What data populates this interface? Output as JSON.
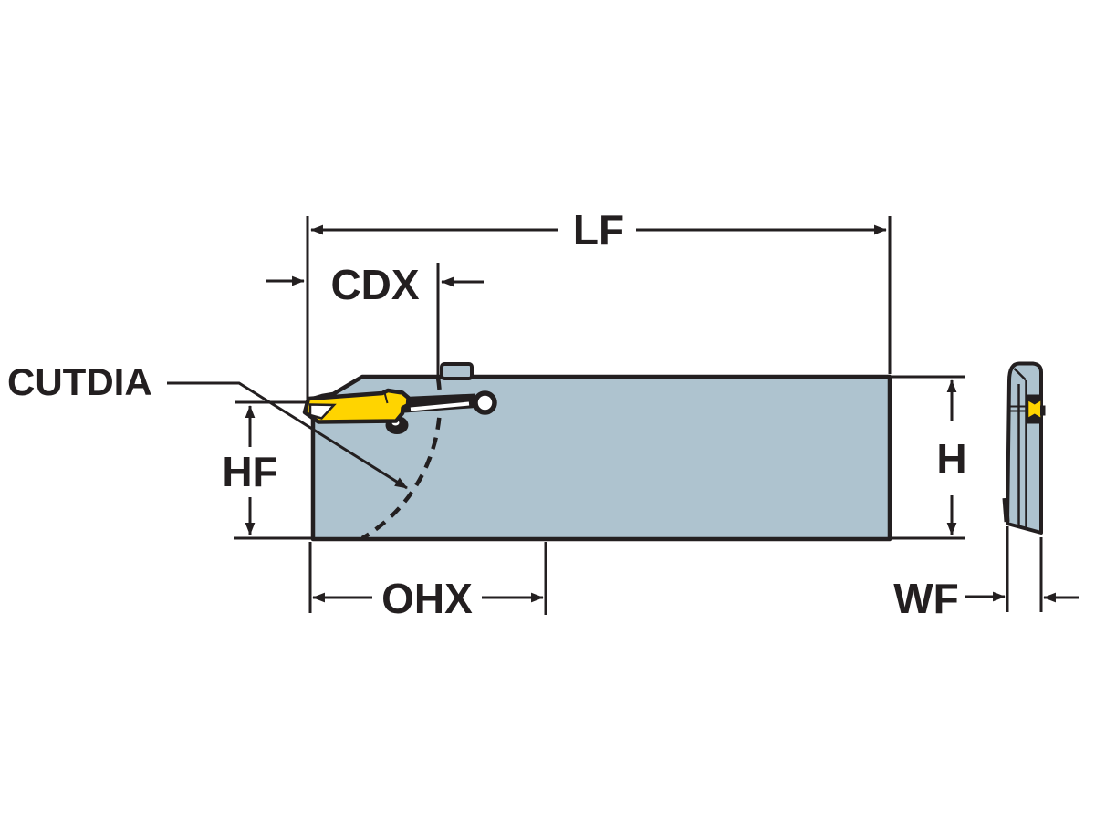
{
  "figure": {
    "title": "Parting and grooving tool holder - dimensional drawing",
    "views": {
      "front": "front-view",
      "side": "side-view"
    },
    "labels": {
      "lf": "LF",
      "cdx": "CDX",
      "cutdia": "CUTDIA",
      "hf": "HF",
      "ohx": "OHX",
      "h": "H",
      "wf": "WF"
    },
    "colors": {
      "line": "#231F20",
      "body_fill": "#AEC3CF",
      "insert_fill": "#FFD400",
      "background": "#FFFFFF"
    }
  }
}
